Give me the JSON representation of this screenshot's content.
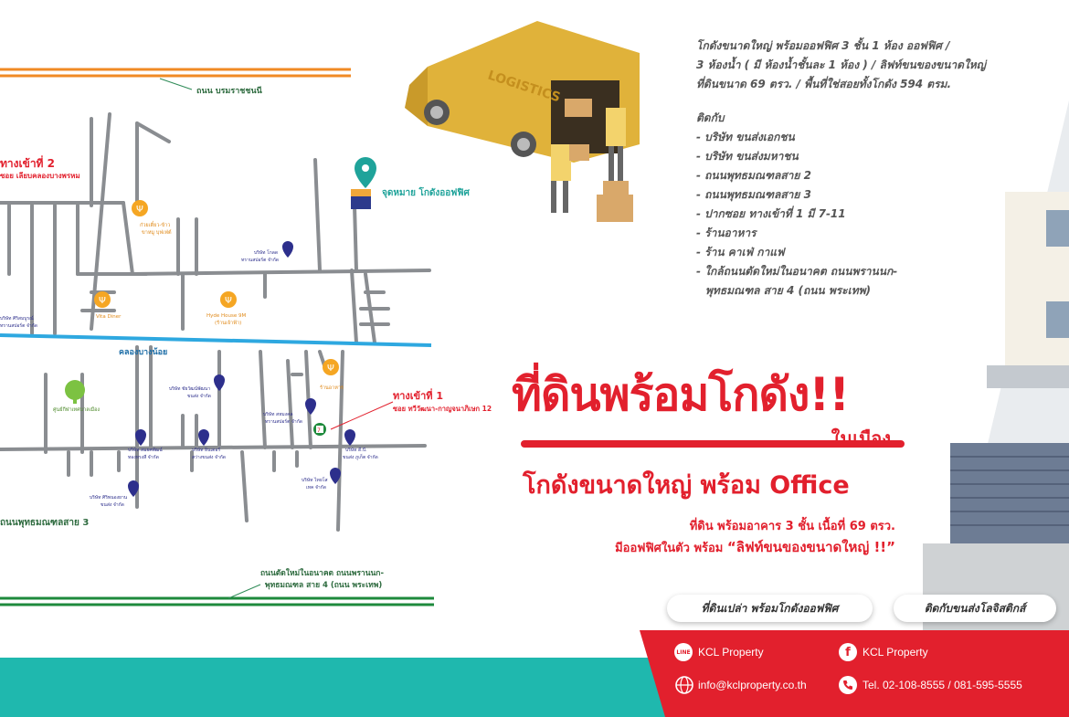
{
  "map": {
    "road_top": "ถนน บรมราชชนนี",
    "canal": "คลองบางน้อย",
    "road_bottom": "ถนนพุทธมณฑลสาย 3",
    "future_road_line1": "ถนนตัดใหม่ในอนาคต ถนนพรานนก-",
    "future_road_line2": "พุทธมณฑล สาย 4 (ถนน พระเทพ)",
    "entrance2_title": "ทางเข้าที่ 2",
    "entrance2_sub": "ซอย เลียบคลองบางพรหม",
    "entrance1_title": "ทางเข้าที่ 1",
    "entrance1_sub": "ซอย ทวีวัฒนา-กาญจนาภิเษก 12",
    "destination": "จุดหมาย โกดังออฟฟิศ",
    "poi": {
      "restaurant1": "ก๋วยเตี๋ยว-ข้าว",
      "restaurant1b": "ขาหมู บุฟเฟ่ต์",
      "restaurant2": "Vita Diner",
      "restaurant3": "Hyde House 9M",
      "restaurant3b": "(ร้านเจ้าฟ้า)",
      "restaurant4": "ร้านอาหาร",
      "company1": "บริษัท โกลด",
      "company1b": "ทรานสปอร์ต จำกัด",
      "company2": "บริษัท ศิริสมบูรณ์",
      "company2b": "ทรานสปอร์ต จำกัด",
      "company3": "บริษัท ชัยวัฒน์พัฒนา",
      "company3b": "ขนส่ง จำกัด",
      "company4": "บริษัท สมบูรณ์",
      "company4b": "ทรานสปอร์ต จำกัด",
      "company5": "บริษัท สหมงคล",
      "company5b": "ทรานสปอร์ต จำกัด",
      "company6": "บริษัท สมยศพัฒน์",
      "company6b": "ทองทรงสี จำกัด",
      "company7": "บริษัท อินเตอร์",
      "company7b": "สว่างขนส่ง จำกัด",
      "company8": "บริษัท ดี.บี.",
      "company8b": "ขนส่ง ภูเก็ต จำกัด",
      "company9": "บริษัท ไทยโส",
      "company9b": "เทค จำกัด",
      "company10": "บริษัท ศิริพนองยาน",
      "company10b": "ขนส่ง จำกัด",
      "park": "ศูนย์กีฬาเทศบาลเมือง"
    }
  },
  "truck_label": "LOGISTICS",
  "description": {
    "line1": "โกดังขนาดใหญ่ พร้อมออฟฟิศ  3 ชั้น 1 ห้อง ออฟฟิศ /",
    "line2": "3 ห้องน้ำ ( มี ห้องน้ำชั้นละ 1 ห้อง ) / ลิฟท์ขนของขนาดใหญ่",
    "line3": "ที่ดินขนาด 69 ตรว. / พื้นที่ใช่สอยทั้งโกดัง 594 ตรม.",
    "near_title": "ติดกับ",
    "near": [
      "- บริษัท ขนส่งเอกชน",
      "- บริษัท ขนส่งมหาชน",
      "- ถนนพุทธมณฑลสาย 2",
      "- ถนนพุทธมณฑลสาย 3",
      "- ปากซอย ทางเข้าที่  1  มี 7-11",
      "- ร้านอาหาร",
      "- ร้าน คาเฟ่ กาแฟ",
      "- ใกล้ถนนตัดใหม่ในอนาคต ถนนพรานนก-",
      "  พุทธมณฑล สาย 4 (ถนน พระเทพ)"
    ]
  },
  "headline": {
    "main": "ที่ดินพร้อมโกดัง!!",
    "city": "ในเมือง",
    "sub": "โกดังขนาดใหญ่ พร้อม Office",
    "info1": "ที่ดิน พร้อมอาคาร 3 ชั้น เนื้อที่ 69 ตรว.",
    "info2a": "มีออฟฟิศในตัว พร้อม ",
    "info2b": "“ลิฟท์ขนของขนาดใหญ่ !!”"
  },
  "pills": {
    "left": "ที่ดินเปล่า พร้อมโกดังออฟฟิศ",
    "right": "ติดกับขนส่งโลจิสติกส์"
  },
  "contact": {
    "line_name": "KCL Property",
    "fb_name": "KCL Property",
    "email": "info@kclproperty.co.th",
    "tel": "Tel. 02-108-8555 / 081-595-5555",
    "line_icon_text": "LINE",
    "fb_icon_text": "f"
  },
  "colors": {
    "brand_red": "#e2202d",
    "teal": "#1fb8ae",
    "orange_road": "#f08a24",
    "canal_blue": "#2ea8e0",
    "green_road": "#1e8a3c",
    "road_gray": "#8a8d91"
  },
  "icons": {
    "marker": "map-pin-icon",
    "restaurant": "fork-knife-icon",
    "destination": "warehouse-box-icon",
    "line": "line-app-icon",
    "facebook": "facebook-icon",
    "globe": "globe-icon",
    "phone": "phone-icon"
  }
}
